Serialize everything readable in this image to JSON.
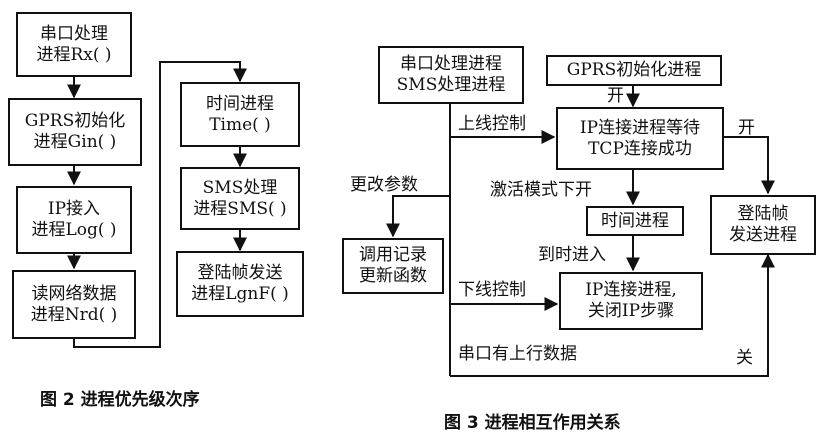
{
  "figure2": {
    "boxes": {
      "rx": "串口处理\n进程Rx( )",
      "gin": "GPRS初始化\n进程Gin( )",
      "log": "IP接入\n进程Log( )",
      "nrd": "读网络数据\n进程Nrd( )",
      "time": "时间进程\nTime( )",
      "sms": "SMS处理\n进程SMS( )",
      "lgnf": "登陆帧发送\n进程LgnF( )"
    },
    "caption": "图 2    进程优先级次序"
  },
  "figure3": {
    "boxes": {
      "serial_sms": "串口处理进程\nSMS处理进程",
      "gprs_init": "GPRS初始化进程",
      "ip_wait": "IP连接进程等待\nTCP连接成功",
      "timer": "时间进程",
      "record": "调用记录\n更新函数",
      "login": "登陆帧\n发送进程",
      "ip_close": "IP连接进程,\n关闭IP步骤"
    },
    "labels": {
      "open_top": "开",
      "online_ctrl": "上线控制",
      "open_right": "开",
      "change_params": "更改参数",
      "activate_open": "激活模式下开",
      "timeout_enter": "到时进入",
      "offline_ctrl": "下线控制",
      "serial_uplink": "串口有上行数据",
      "close": "关"
    },
    "caption": "图 3    进程相互作用关系"
  }
}
